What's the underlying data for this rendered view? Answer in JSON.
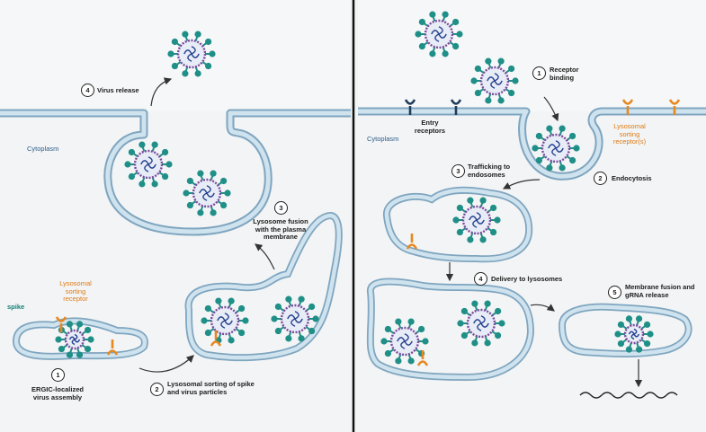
{
  "left_panel": {
    "cytoplasm": "Cytoplasm",
    "spike": "spike",
    "receptor": "Lysosomal\nsorting\nreceptor",
    "steps": [
      {
        "num": "1",
        "text": "ERGIC-localized\nvirus assembly"
      },
      {
        "num": "2",
        "text": "Lysosomal sorting of spike\nand virus particles"
      },
      {
        "num": "3",
        "text": "Lysosome fusion\nwith the plasma\nmembrane"
      },
      {
        "num": "4",
        "text": "Virus release"
      }
    ]
  },
  "right_panel": {
    "cytoplasm": "Cytoplasm",
    "entry_receptors": "Entry\nreceptors",
    "sorting_receptor": "Lysosomal\nsorting\nreceptor(s)",
    "steps": [
      {
        "num": "1",
        "text": "Receptor\nbinding"
      },
      {
        "num": "2",
        "text": "Endocytosis"
      },
      {
        "num": "3",
        "text": "Trafficking to\nendosomes"
      },
      {
        "num": "4",
        "text": "Delivery to lysosomes"
      },
      {
        "num": "5",
        "text": "Membrane fusion and\ngRNA release"
      }
    ]
  },
  "colors": {
    "membrane": "#b9d3e3",
    "membrane_stroke": "#7fa5bf",
    "spike": "#1f8f87",
    "receptor": "#e8871e",
    "virus_ring": "#7a4a9c",
    "rna": "#25408f"
  }
}
